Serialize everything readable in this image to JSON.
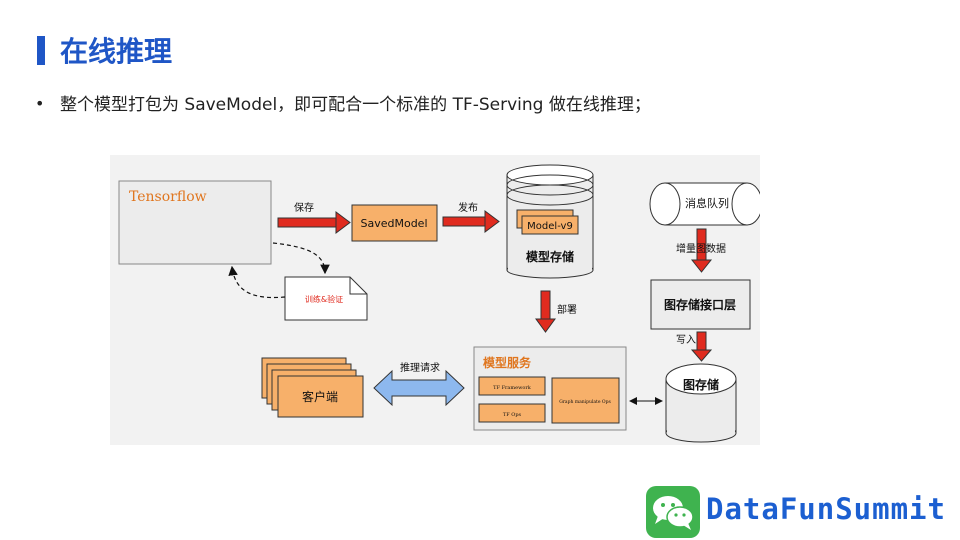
{
  "header": {
    "title": "在线推理"
  },
  "bullet": {
    "text": "整个模型打包为 SaveModel，即可配合一个标准的 TF-Serving 做在线推理；"
  },
  "diagram": {
    "tensorflow_label": "Tensorflow",
    "save_label": "保存",
    "savedmodel_label": "SavedModel",
    "publish_label": "发布",
    "model_version_label": "Model-v9",
    "model_storage_label": "模型存储",
    "train_validate_label": "训练&验证",
    "deploy_label": "部署",
    "message_queue_label": "消息队列",
    "incremental_data_label": "增量图数据",
    "graph_storage_api_label": "图存储接口层",
    "write_label": "写入",
    "graph_storage_label": "图存储",
    "model_service_label": "模型服务",
    "tf_framework_label": "TF Framework",
    "tf_ops_label": "TF Ops",
    "graph_ops_label": "Graph manipulate Ops",
    "client_label": "客户端",
    "inference_request_label": "推理请求"
  },
  "footer": {
    "brand": "DataFunSummit"
  },
  "colors": {
    "accent": "#1f56c6",
    "orange": "#f7b06a",
    "red": "#e02b1f",
    "blue_arrow": "#8db8ee"
  }
}
